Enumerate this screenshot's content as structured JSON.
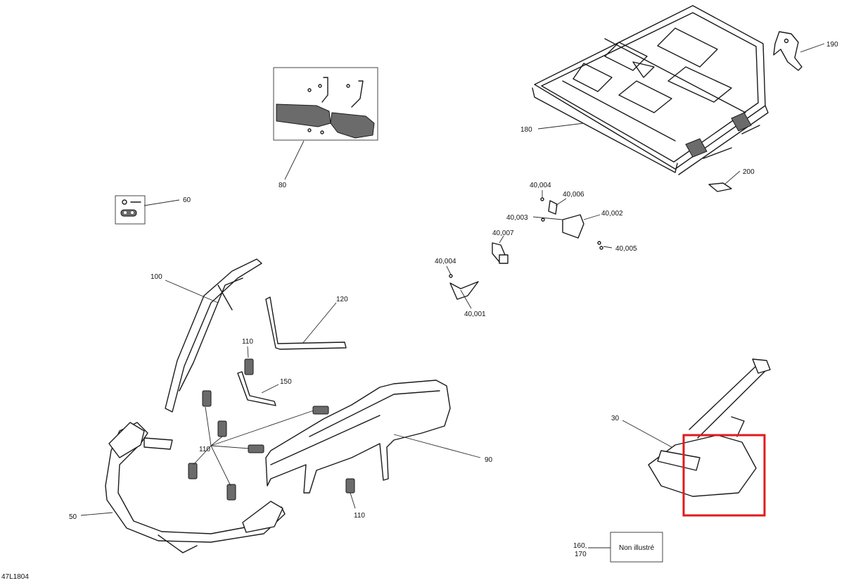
{
  "callouts": {
    "c190": "190",
    "c180": "180",
    "c200": "200",
    "c80": "80",
    "c60": "60",
    "c40004a": "40,004",
    "c40006": "40,006",
    "c40003": "40,003",
    "c40002": "40,002",
    "c40007": "40,007",
    "c40005": "40,005",
    "c40004b": "40,004",
    "c40001": "40,001",
    "c100": "100",
    "c120": "120",
    "c110a": "110",
    "c150": "150",
    "c110b": "110",
    "c90": "90",
    "c50": "50",
    "c110c": "110",
    "c30": "30",
    "c160": "160,",
    "c170": "170"
  },
  "note_box": {
    "text": "Non illustré"
  },
  "figure_code": "47L1804",
  "highlight_color": "#e01b1b"
}
